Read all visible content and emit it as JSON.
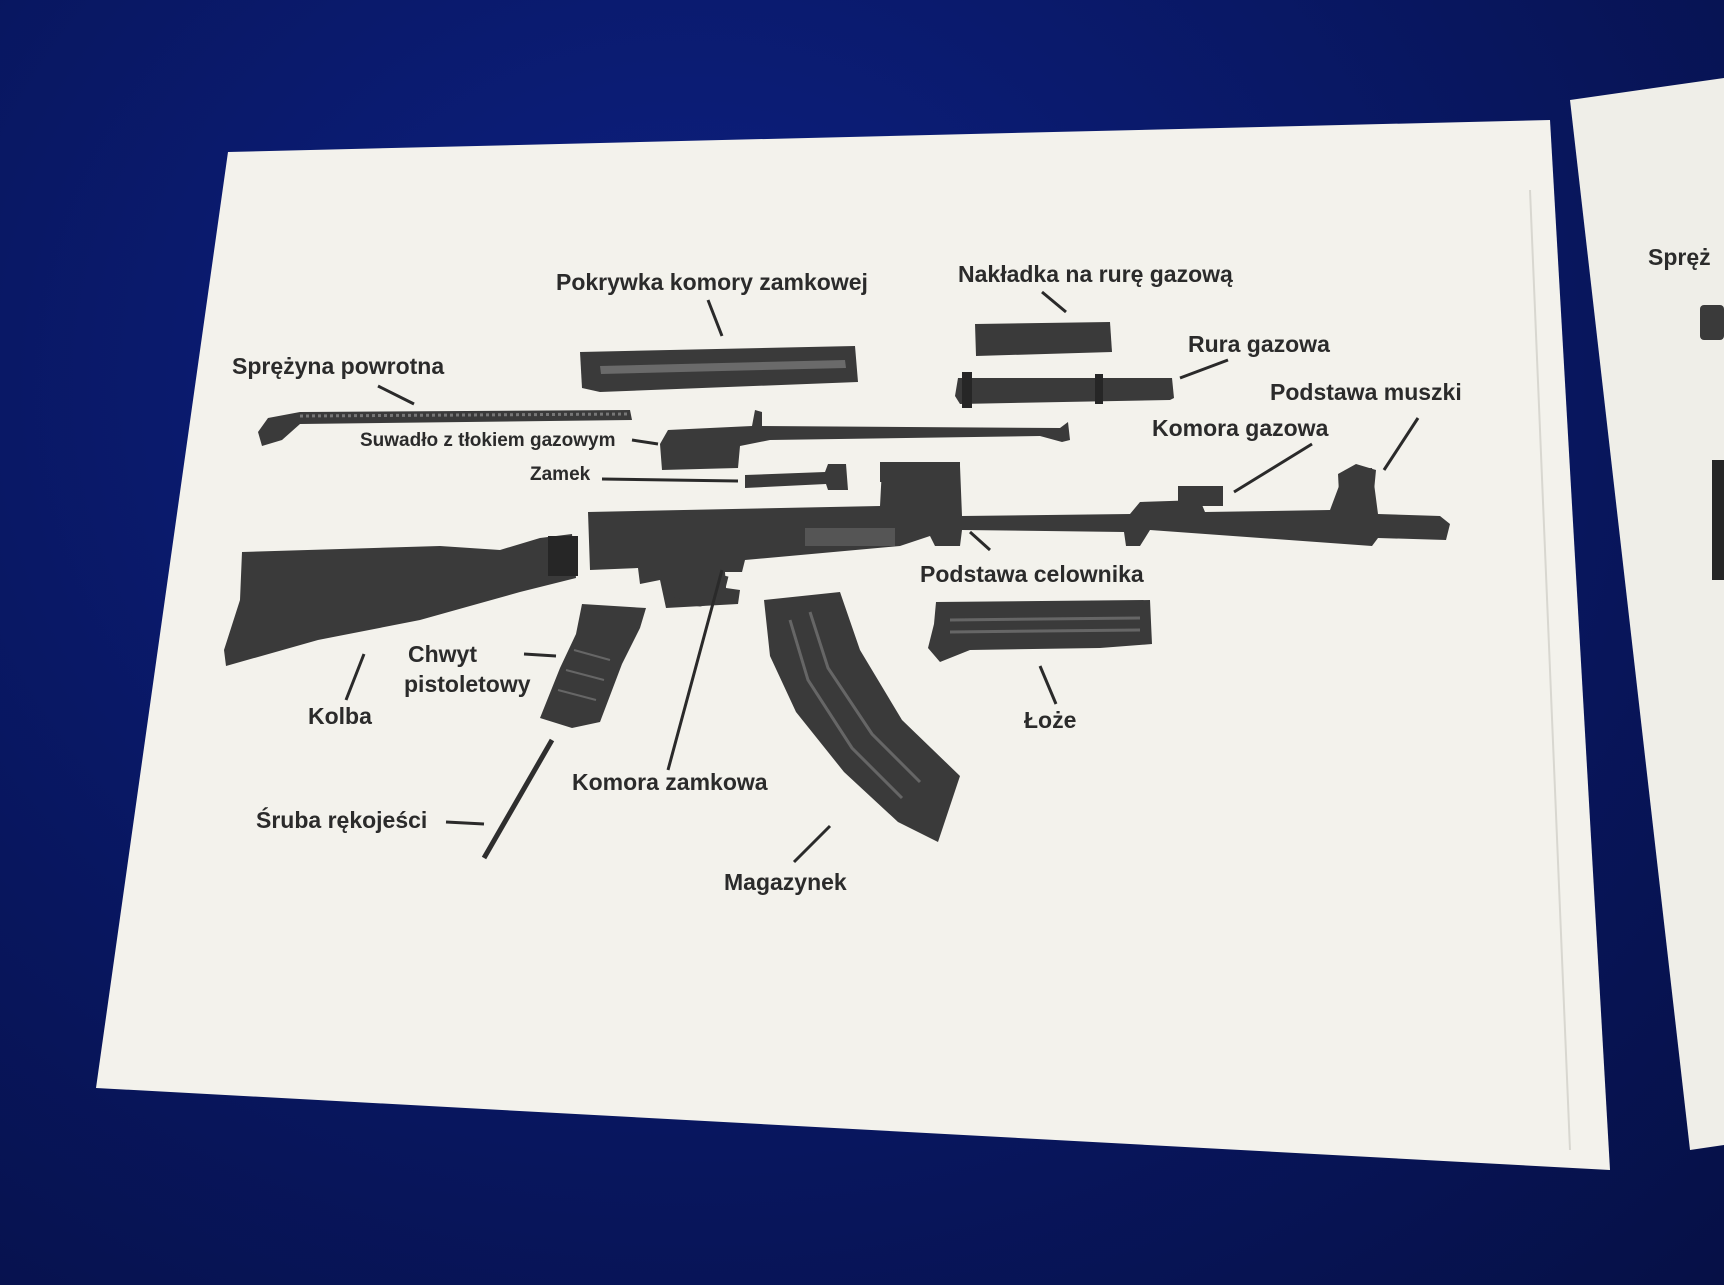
{
  "labels": {
    "pokrywka": "Pokrywka komory zamkowej",
    "naktadka": "Nakładka na rurę gazową",
    "sprezyna": "Sprężyna powrotna",
    "rura": "Rura gazowa",
    "podstawa_muszki": "Podstawa muszki",
    "suwadlo": "Suwadło z tłokiem gazowym",
    "komora_gazowa": "Komora gazowa",
    "zamek": "Zamek",
    "podstawa_celownika": "Podstawa celownika",
    "chwyt_line1": "Chwyt",
    "chwyt_line2": "pistoletowy",
    "kolba": "Kolba",
    "loze": "Łoże",
    "komora_zamkowa": "Komora zamkowa",
    "sruba": "Śruba rękojeści",
    "magazynek": "Magazynek",
    "second_sheet_fragment": "Spręż"
  },
  "colors": {
    "background": "#0a1a6e",
    "paper": "#f3f2ec",
    "parts": "#3a3a3a"
  }
}
